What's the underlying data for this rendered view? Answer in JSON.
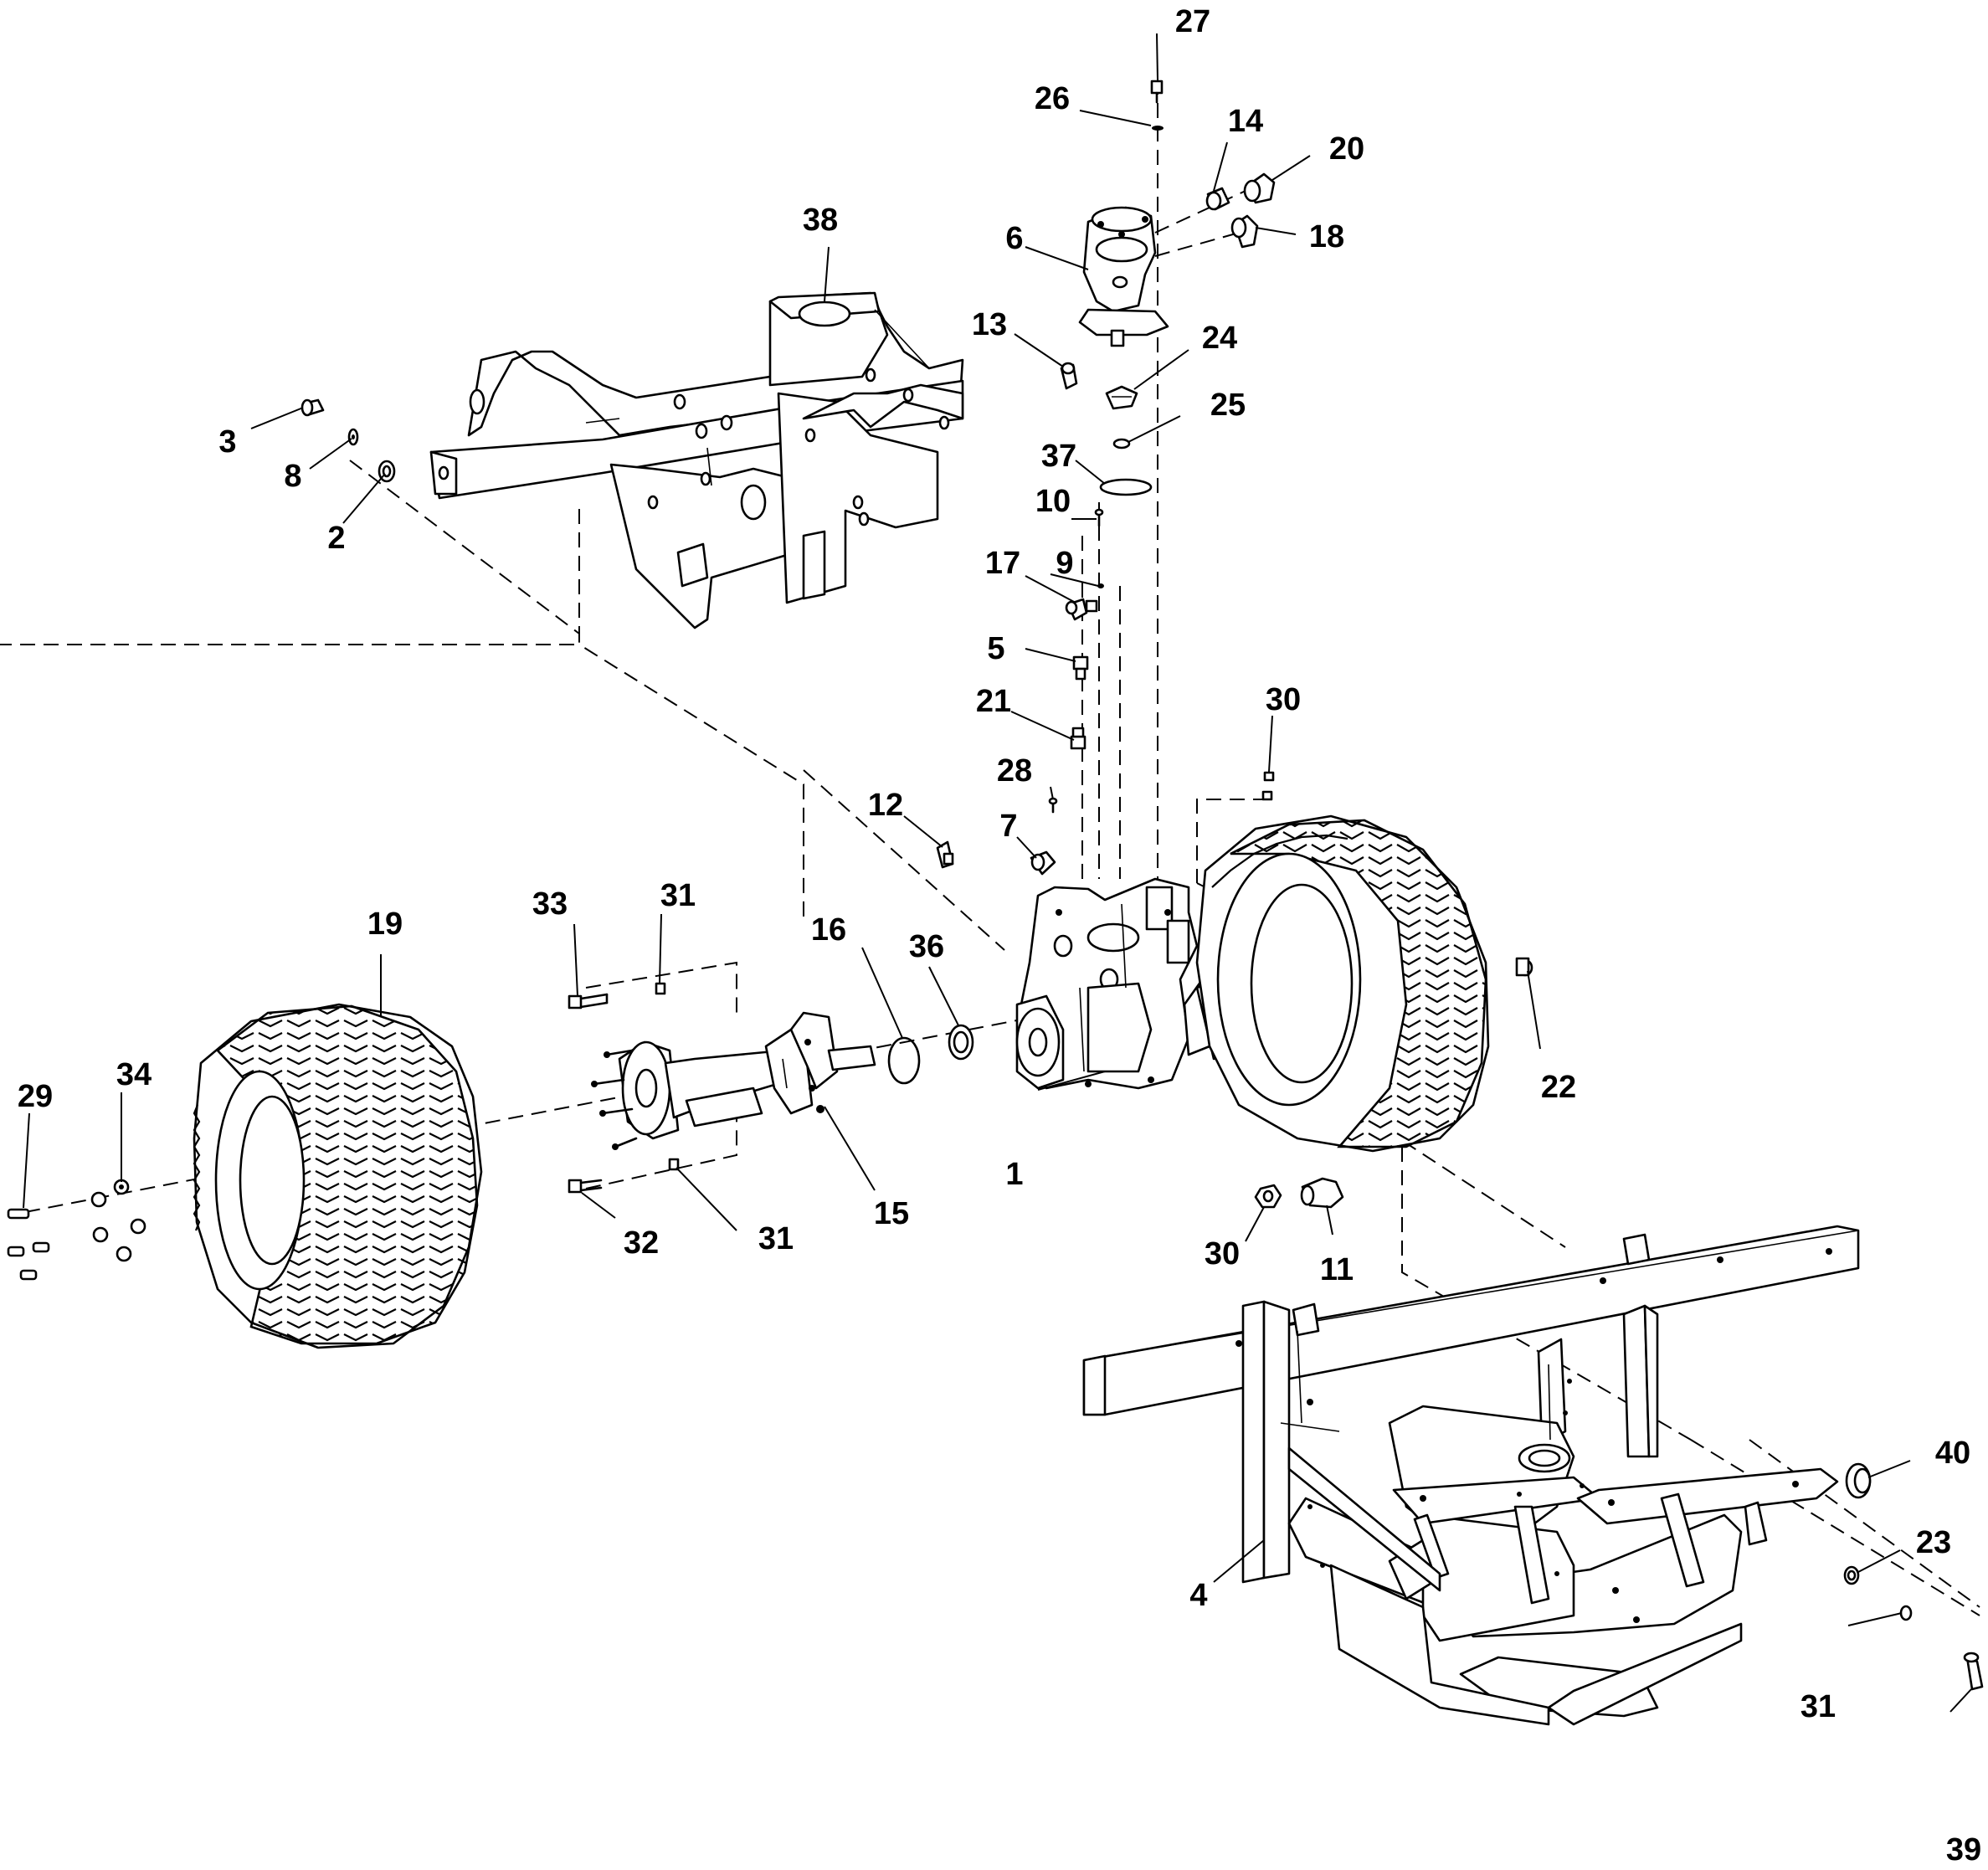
{
  "callouts": [
    {
      "id": "c1",
      "label": "1"
    },
    {
      "id": "c2",
      "label": "2"
    },
    {
      "id": "c3",
      "label": "3"
    },
    {
      "id": "c4",
      "label": "4"
    },
    {
      "id": "c5",
      "label": "5"
    },
    {
      "id": "c6",
      "label": "6"
    },
    {
      "id": "c7",
      "label": "7"
    },
    {
      "id": "c8",
      "label": "8"
    },
    {
      "id": "c9",
      "label": "9"
    },
    {
      "id": "c10",
      "label": "10"
    },
    {
      "id": "c11",
      "label": "11"
    },
    {
      "id": "c12",
      "label": "12"
    },
    {
      "id": "c13",
      "label": "13"
    },
    {
      "id": "c14",
      "label": "14"
    },
    {
      "id": "c15",
      "label": "15"
    },
    {
      "id": "c16",
      "label": "16"
    },
    {
      "id": "c17",
      "label": "17"
    },
    {
      "id": "c18",
      "label": "18"
    },
    {
      "id": "c19",
      "label": "19"
    },
    {
      "id": "c20",
      "label": "20"
    },
    {
      "id": "c21",
      "label": "21"
    },
    {
      "id": "c22",
      "label": "22"
    },
    {
      "id": "c23",
      "label": "23"
    },
    {
      "id": "c24",
      "label": "24"
    },
    {
      "id": "c25",
      "label": "25"
    },
    {
      "id": "c26",
      "label": "26"
    },
    {
      "id": "c27",
      "label": "27"
    },
    {
      "id": "c28",
      "label": "28"
    },
    {
      "id": "c29",
      "label": "29"
    },
    {
      "id": "c30a",
      "label": "30"
    },
    {
      "id": "c30b",
      "label": "30"
    },
    {
      "id": "c31a",
      "label": "31"
    },
    {
      "id": "c31b",
      "label": "31"
    },
    {
      "id": "c31c",
      "label": "31"
    },
    {
      "id": "c32",
      "label": "32"
    },
    {
      "id": "c33",
      "label": "33"
    },
    {
      "id": "c34",
      "label": "34"
    },
    {
      "id": "c36",
      "label": "36"
    },
    {
      "id": "c37",
      "label": "37"
    },
    {
      "id": "c38",
      "label": "38"
    },
    {
      "id": "c39",
      "label": "39"
    },
    {
      "id": "c40",
      "label": "40"
    }
  ]
}
